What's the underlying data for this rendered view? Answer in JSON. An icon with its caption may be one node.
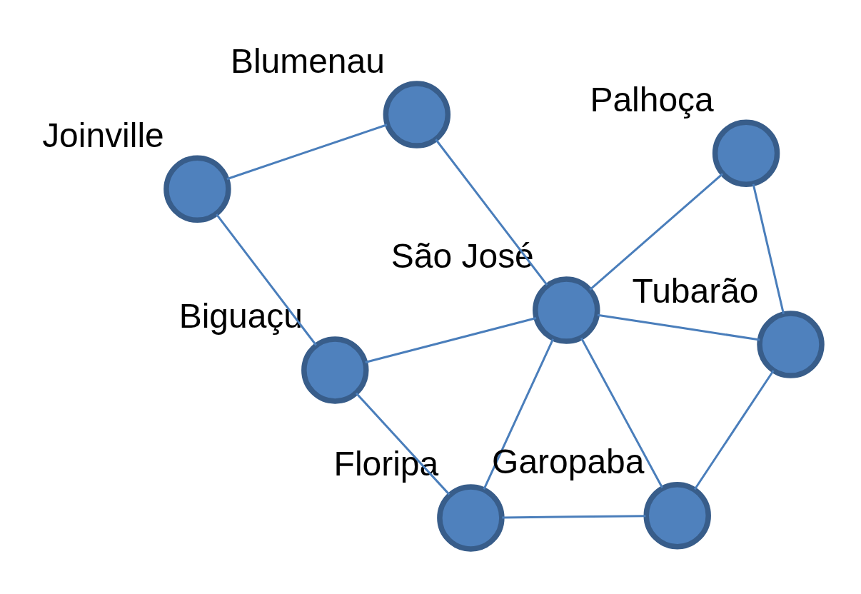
{
  "diagram": {
    "nodes": [
      {
        "text": [],
        "shape": "circle",
        "beside": [
          "Joinville"
        ]
      },
      {
        "text": [],
        "shape": "circle",
        "beside": [
          "Blumenau"
        ]
      },
      {
        "text": [],
        "shape": "circle",
        "beside": [
          "Biguaçu"
        ]
      },
      {
        "text": [],
        "shape": "circle",
        "beside": [
          "São José"
        ]
      },
      {
        "text": [],
        "shape": "circle",
        "beside": [
          "Floripa"
        ]
      },
      {
        "text": [],
        "shape": "circle",
        "beside": [
          "Palhoça"
        ]
      },
      {
        "text": [],
        "shape": "circle",
        "beside": [
          "Garopaba"
        ]
      },
      {
        "text": [],
        "shape": "circle",
        "beside": [
          "Tubarão"
        ]
      }
    ],
    "edges": [
      {
        "from": 0,
        "to": 1,
        "arrow": "none"
      },
      {
        "from": 0,
        "to": 2,
        "arrow": "none"
      },
      {
        "from": 1,
        "to": 3,
        "arrow": "none"
      },
      {
        "from": 2,
        "to": 3,
        "arrow": "none"
      },
      {
        "from": 2,
        "to": 4,
        "arrow": "none"
      },
      {
        "from": 3,
        "to": 5,
        "arrow": "none"
      },
      {
        "from": 3,
        "to": 4,
        "arrow": "none"
      },
      {
        "from": 3,
        "to": 6,
        "arrow": "none"
      },
      {
        "from": 3,
        "to": 7,
        "arrow": "none"
      },
      {
        "from": 4,
        "to": 6,
        "arrow": "none"
      },
      {
        "from": 5,
        "to": 7,
        "arrow": "none"
      },
      {
        "from": 7,
        "to": 6,
        "arrow": "none"
      }
    ]
  }
}
